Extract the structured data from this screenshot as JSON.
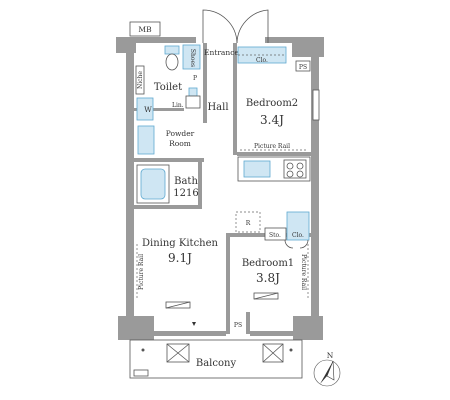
{
  "rooms": {
    "mb": "MB",
    "entrance": "Entrance",
    "shoes": "Shoes",
    "clo_top": "Clo.",
    "ps_top": "PS",
    "niche": "Niche",
    "toilet": "Toilet",
    "p": "P",
    "w": "W",
    "lin": "Lin.",
    "hall": "Hall",
    "bedroom2_name": "Bedroom2",
    "bedroom2_size": "3.4J",
    "powder_line1": "Powder",
    "powder_line2": "Room",
    "picture_rail_b2": "Picture Rail",
    "bath_name": "Bath",
    "bath_size": "1216",
    "r": "R",
    "sto": "Sto.",
    "clo_bed1": "Clo.",
    "dining_name": "Dining Kitchen",
    "dining_size": "9.1J",
    "picture_rail_dk": "Picture Rail",
    "bedroom1_name": "Bedroom1",
    "bedroom1_size": "3.8J",
    "picture_rail_b1": "Picture Rail",
    "ps_bottom": "PS",
    "balcony": "Balcony",
    "north": "N"
  },
  "colors": {
    "wall": "#9a9a9a",
    "line": "#555555",
    "blue_fill": "#cfe6f3",
    "blue_stroke": "#5fa9d0",
    "text": "#333333"
  }
}
